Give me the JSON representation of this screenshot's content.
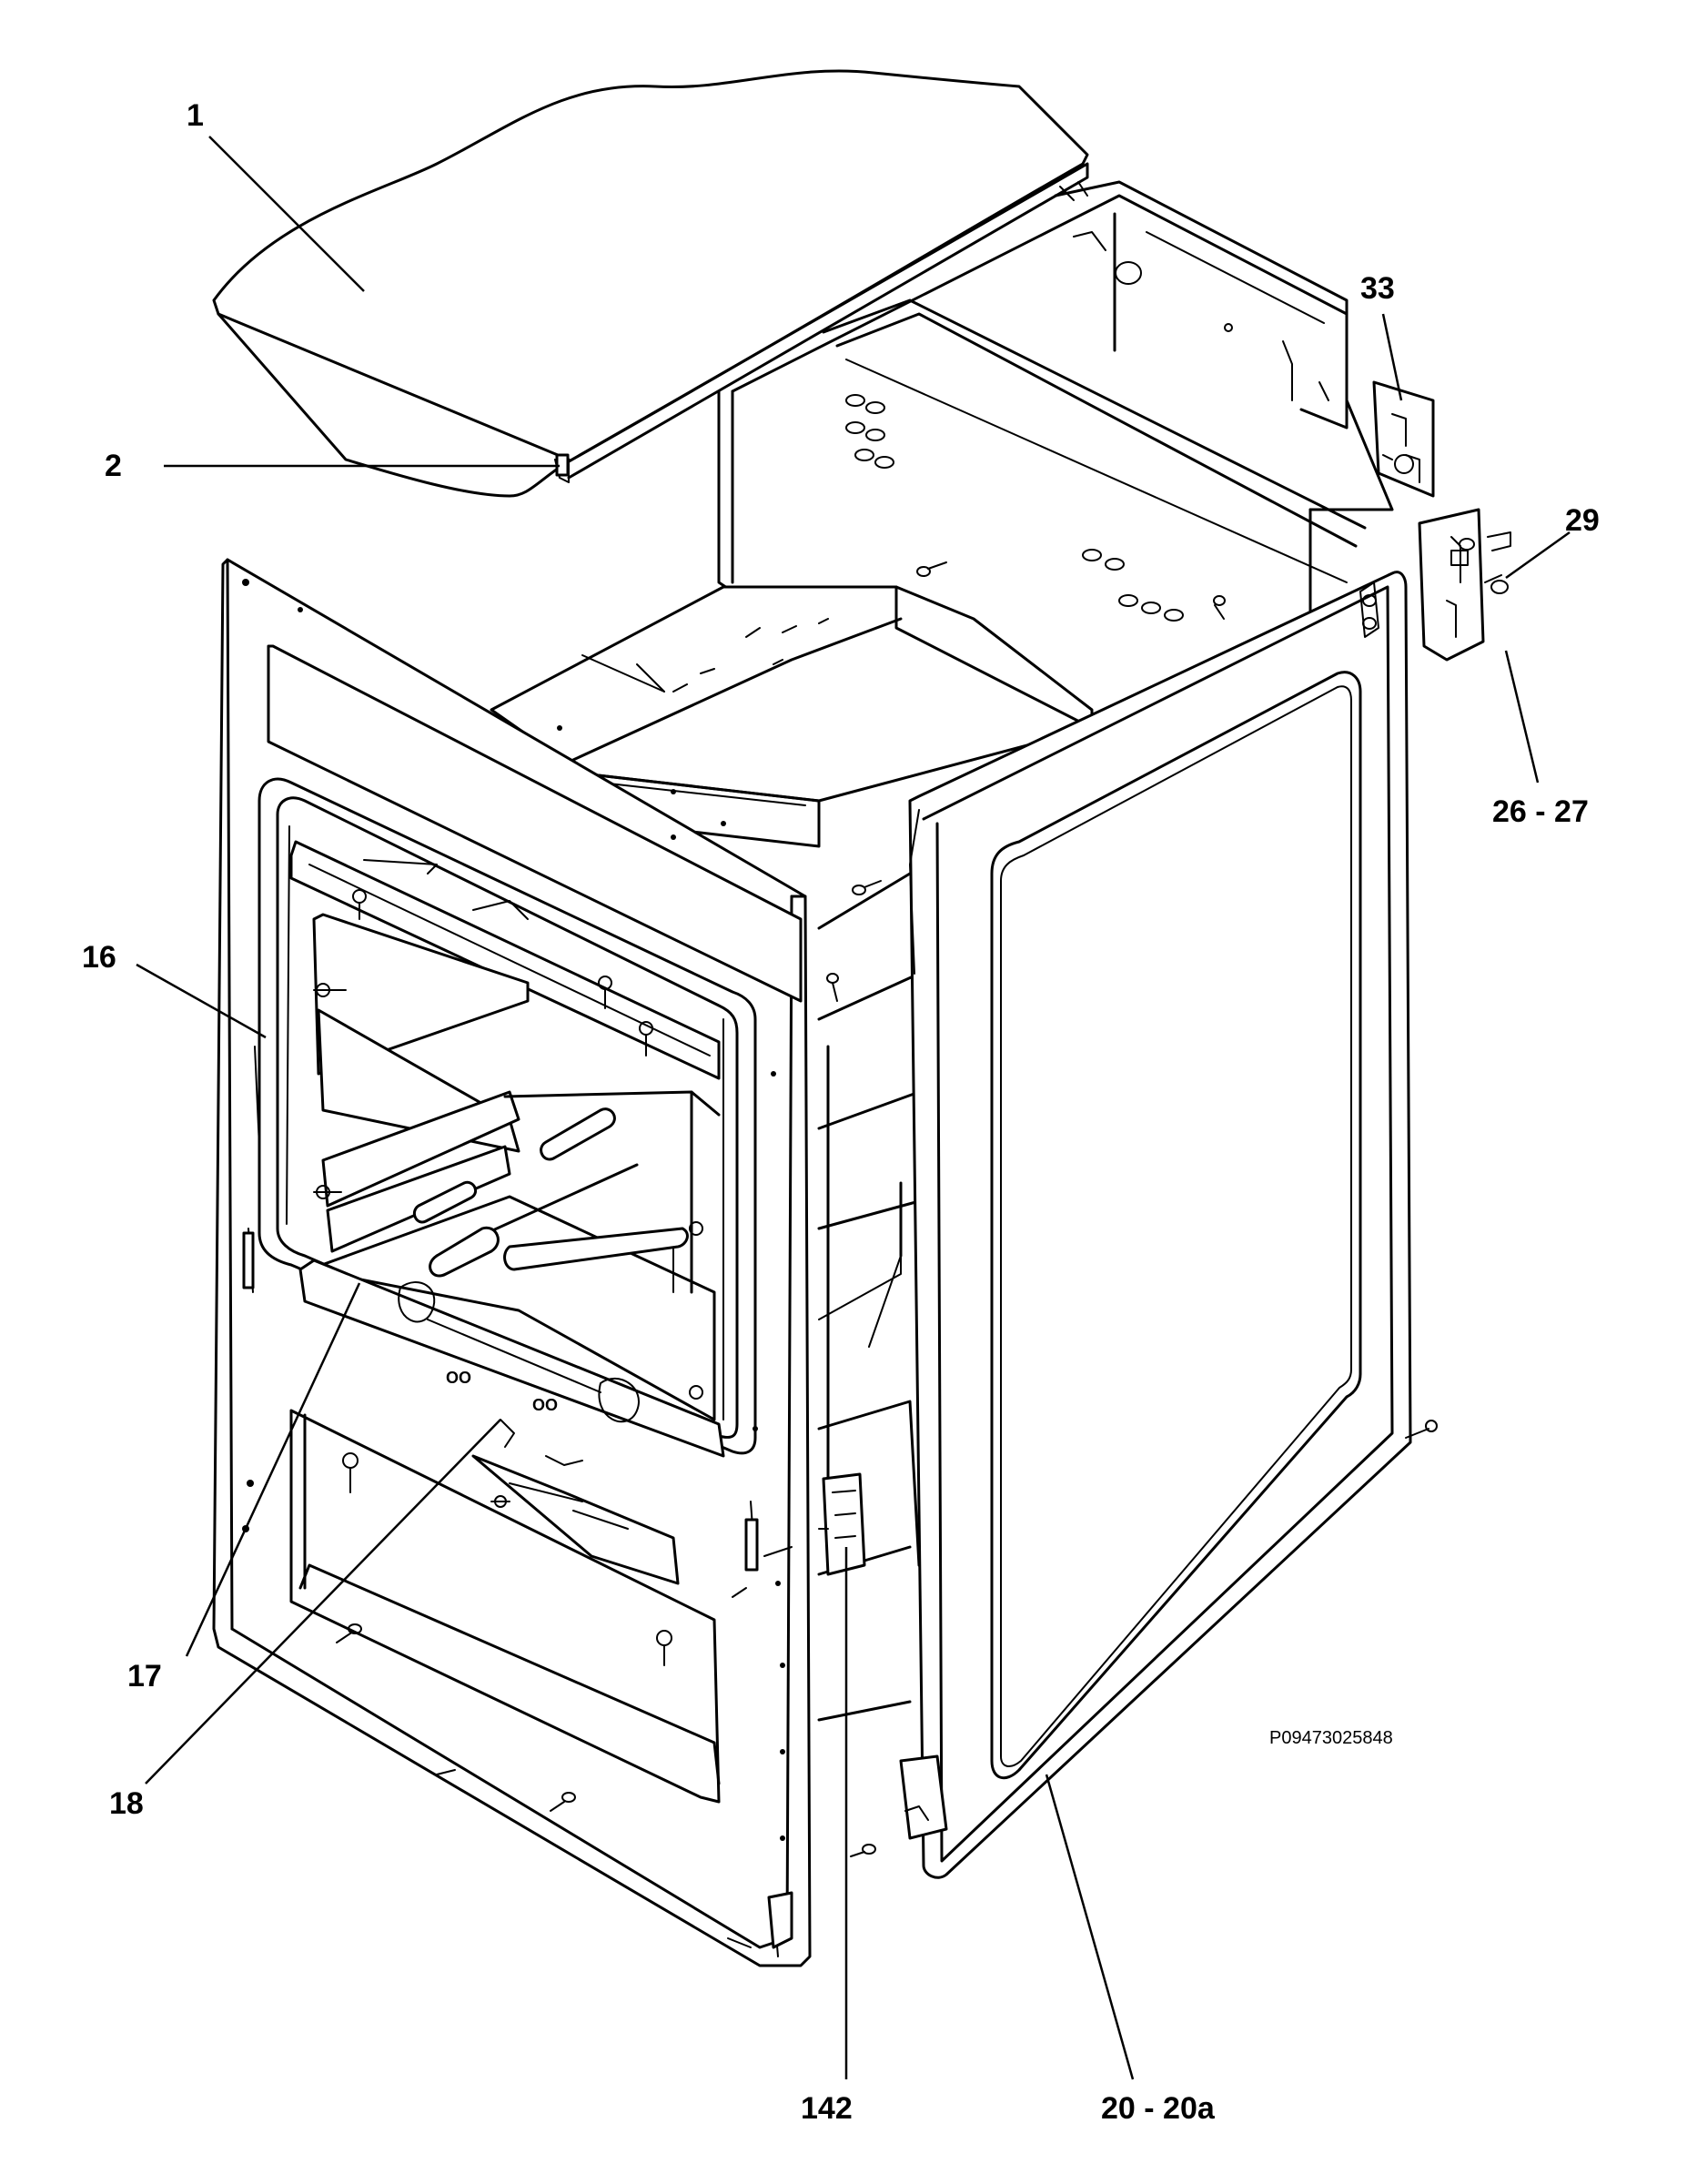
{
  "callouts": [
    {
      "id": "c1",
      "label": "1"
    },
    {
      "id": "c2",
      "label": "2"
    },
    {
      "id": "c16",
      "label": "16"
    },
    {
      "id": "c17",
      "label": "17"
    },
    {
      "id": "c18",
      "label": "18"
    },
    {
      "id": "c20",
      "label": "20 - 20a"
    },
    {
      "id": "c26",
      "label": "26 - 27"
    },
    {
      "id": "c29",
      "label": "29"
    },
    {
      "id": "c33",
      "label": "33"
    },
    {
      "id": "c142",
      "label": "142"
    }
  ],
  "drawing_code": "P09473025848",
  "colors": {
    "ink": "#000000",
    "paper": "#ffffff"
  }
}
